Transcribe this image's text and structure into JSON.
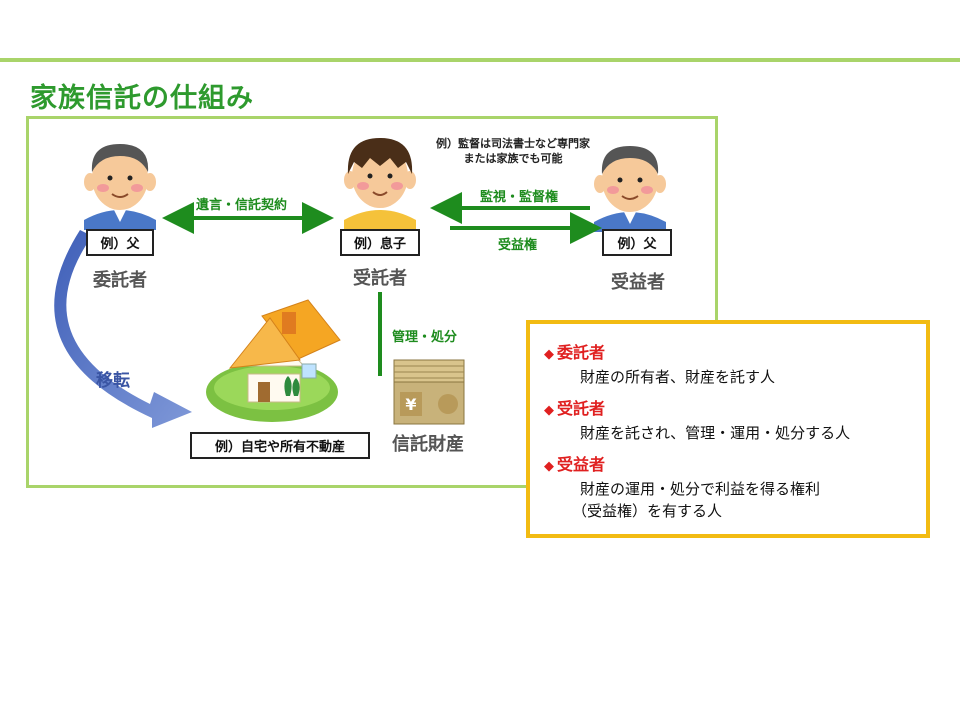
{
  "title": "家族信託の仕組み",
  "parties": {
    "settlor": {
      "example": "例）父",
      "role": "委託者"
    },
    "trustee": {
      "example": "例）息子",
      "role": "受託者"
    },
    "beneficiary": {
      "example": "例）父",
      "role": "受益者"
    }
  },
  "note": {
    "line1": "例）監督は司法書士など専門家",
    "line2": "または家族でも可能"
  },
  "arrows": {
    "will_contract": "遺言・信託契約",
    "supervision": "監視・監督権",
    "beneficial_right": "受益権",
    "management": "管理・処分",
    "transfer": "移転"
  },
  "property": {
    "example": "例）自宅や所有不動産",
    "title": "信託財産"
  },
  "legend": {
    "items": [
      {
        "head": "委託者",
        "desc": "財産の所有者、財産を託す人"
      },
      {
        "head": "受託者",
        "desc": "財産を託され、管理・運用・処分する人"
      },
      {
        "head": "受益者",
        "desc": "財産の運用・処分で利益を得る権利",
        "desc2": "（受益権）を有する人"
      }
    ],
    "marker": "◆"
  },
  "colors": {
    "accent_green": "#2e9a2e",
    "frame_green": "#a9d46a",
    "arrow_green": "#1e8c1e",
    "transfer_blue": "#3a55a4",
    "legend_border": "#f2bb12",
    "legend_head_red": "#e02020"
  },
  "icons": [
    "elderly-man-icon",
    "young-man-icon",
    "elderly-man-icon",
    "house-icon",
    "money-stack-icon"
  ]
}
